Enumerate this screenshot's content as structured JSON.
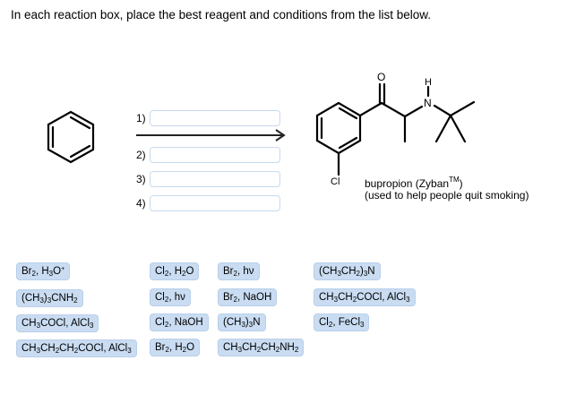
{
  "instruction": "In each reaction box, place the best reagent and conditions from the list below.",
  "reaction": {
    "starting_material": "benzene",
    "product": {
      "name_html": "bupropion (Zyban<sup>TM</sup>)",
      "note": "(used to help people quit smoking)",
      "atom_labels": {
        "oxygen": "O",
        "hydrogen": "H",
        "nitrogen": "N",
        "chlorine": "Cl"
      }
    },
    "steps": [
      {
        "label": "1)",
        "value": ""
      },
      {
        "label": "2)",
        "value": ""
      },
      {
        "label": "3)",
        "value": ""
      },
      {
        "label": "4)",
        "value": ""
      }
    ]
  },
  "reagents": [
    {
      "id": "br2-h3o",
      "html": "Br<sub>2</sub>, H<sub>3</sub>O<sup>+</sup>"
    },
    {
      "id": "tbutylamine",
      "html": "(CH<sub>3</sub>)<sub>3</sub>CNH<sub>2</sub>"
    },
    {
      "id": "acetyl-chloride-alcl3",
      "html": "CH<sub>3</sub>COCl, AlCl<sub>3</sub>"
    },
    {
      "id": "butanoyl-chloride-alcl3",
      "html": "CH<sub>3</sub>CH<sub>2</sub>CH<sub>2</sub>COCl, AlCl<sub>3</sub>"
    },
    {
      "id": "cl2-h2o",
      "html": "Cl<sub>2</sub>, H<sub>2</sub>O"
    },
    {
      "id": "cl2-hv",
      "html": "Cl<sub>2</sub>, h&nu;"
    },
    {
      "id": "cl2-naoh",
      "html": "Cl<sub>2</sub>, NaOH"
    },
    {
      "id": "br2-h2o",
      "html": "Br<sub>2</sub>, H<sub>2</sub>O"
    },
    {
      "id": "br2-hv",
      "html": "Br<sub>2</sub>, h&nu;"
    },
    {
      "id": "br2-naoh",
      "html": "Br<sub>2</sub>, NaOH"
    },
    {
      "id": "trimethylamine",
      "html": "(CH<sub>3</sub>)<sub>3</sub>N"
    },
    {
      "id": "propylamine",
      "html": "CH<sub>3</sub>CH<sub>2</sub>CH<sub>2</sub>NH<sub>2</sub>"
    },
    {
      "id": "triethylamine",
      "html": "(CH<sub>3</sub>CH<sub>2</sub>)<sub>3</sub>N"
    },
    {
      "id": "propanoyl-chloride-alcl3",
      "html": "CH<sub>3</sub>CH<sub>2</sub>COCl, AlCl<sub>3</sub>"
    },
    {
      "id": "cl2-fecl3",
      "html": "Cl<sub>2</sub>, FeCl<sub>3</sub>"
    }
  ]
}
